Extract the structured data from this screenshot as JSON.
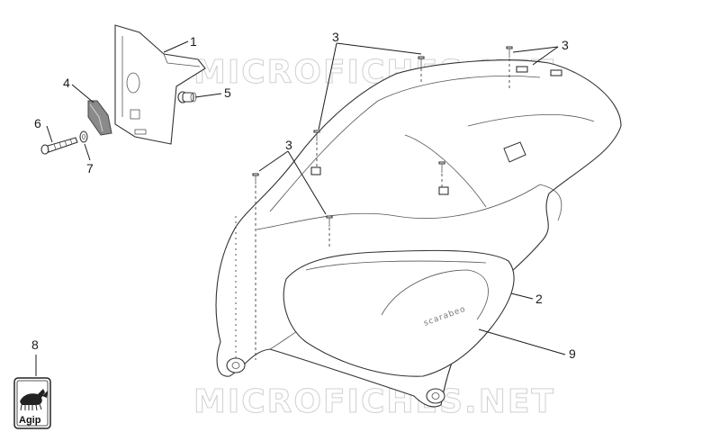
{
  "watermark": {
    "top": "MICROFICHES.NET",
    "bottom": "MICROFICHES.NET"
  },
  "callouts": {
    "c1": "1",
    "c2": "2",
    "c3a": "3",
    "c3b": "3",
    "c3c": "3",
    "c4": "4",
    "c5": "5",
    "c6": "6",
    "c7": "7",
    "c8": "8",
    "c9": "9"
  },
  "labels": {
    "brand_on_cover": "scarabeo",
    "agip_badge": "Agip"
  }
}
